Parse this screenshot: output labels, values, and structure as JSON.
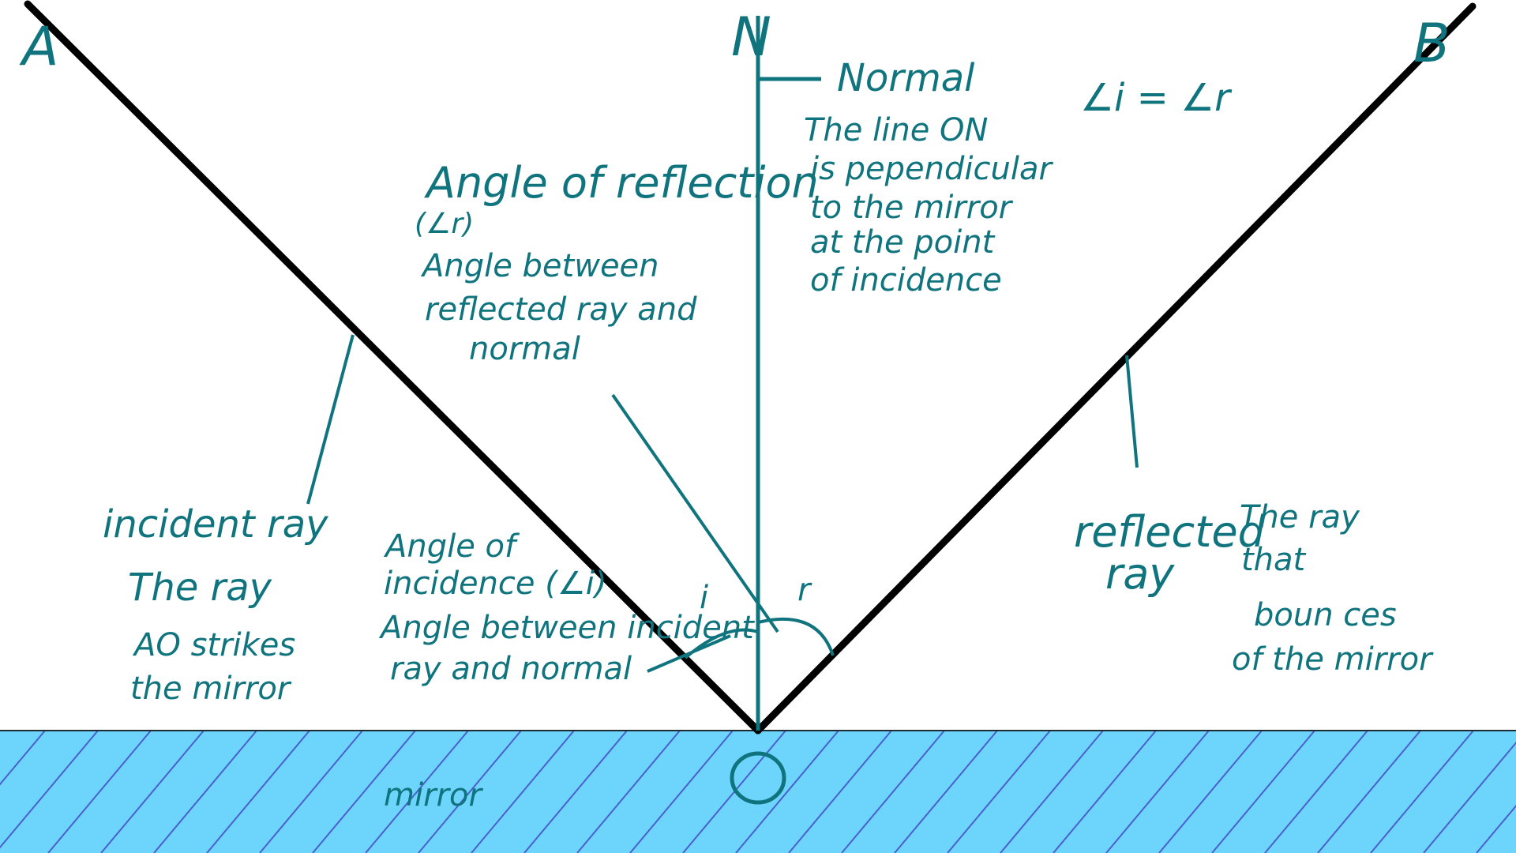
{
  "colors": {
    "ink": "#10747e",
    "ray": "#000000",
    "mirror_fill": "#6dd5fb",
    "hatch": "#4a5fcf",
    "background": "#ffffff"
  },
  "points": {
    "a": "A",
    "b": "B",
    "n": "N",
    "o": "O"
  },
  "normal": {
    "title": "Normal",
    "desc": [
      "The line ON",
      "is pependicular",
      "to the mirror",
      "at the point",
      "of incidence"
    ]
  },
  "equation": "∠i = ∠r",
  "angle_of_reflection": {
    "title": "Angle of reflection",
    "symbol": "(∠r)",
    "desc": [
      "Angle between",
      "reflected ray and",
      "normal"
    ]
  },
  "incident_ray": {
    "title": "incident ray",
    "desc": [
      "The ray",
      "AO strikes",
      "the mirror"
    ]
  },
  "angle_of_incidence": {
    "title": [
      "Angle of",
      "incidence (∠i)"
    ],
    "desc": [
      "Angle between incident",
      "ray and normal"
    ]
  },
  "angle_labels": {
    "i": "i",
    "r": "r"
  },
  "reflected_ray": {
    "title": [
      "reflected",
      "ray"
    ],
    "desc": [
      "The ray",
      "that",
      "boun ces",
      "of the mirror"
    ]
  },
  "mirror_label": "mirror"
}
